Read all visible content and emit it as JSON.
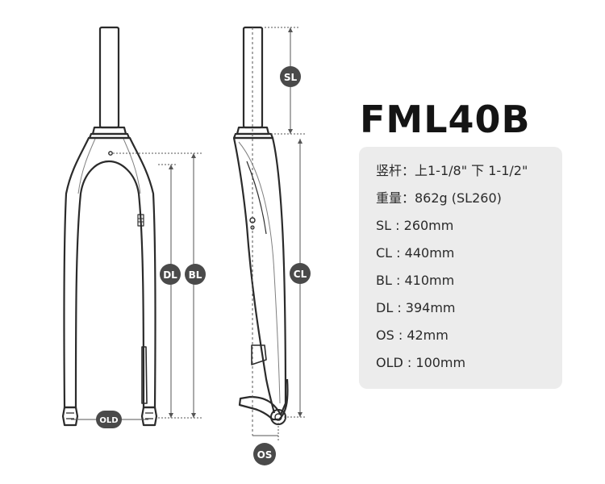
{
  "model": "FML40B",
  "labels": {
    "sl": "SL",
    "cl": "CL",
    "bl": "BL",
    "dl": "DL",
    "old": "OLD",
    "os": "OS"
  },
  "specs": [
    "竖杆：上1-1/8\"  下 1-1/2\"",
    "重量：862g (SL260)",
    "SL : 260mm",
    "CL : 440mm",
    "BL : 410mm",
    "DL : 394mm",
    "OS : 42mm",
    "OLD : 100mm"
  ],
  "colors": {
    "outline": "#2b2b2b",
    "badge": "#4a4a4a",
    "dimension": "#555555",
    "panel": "#ececec"
  }
}
